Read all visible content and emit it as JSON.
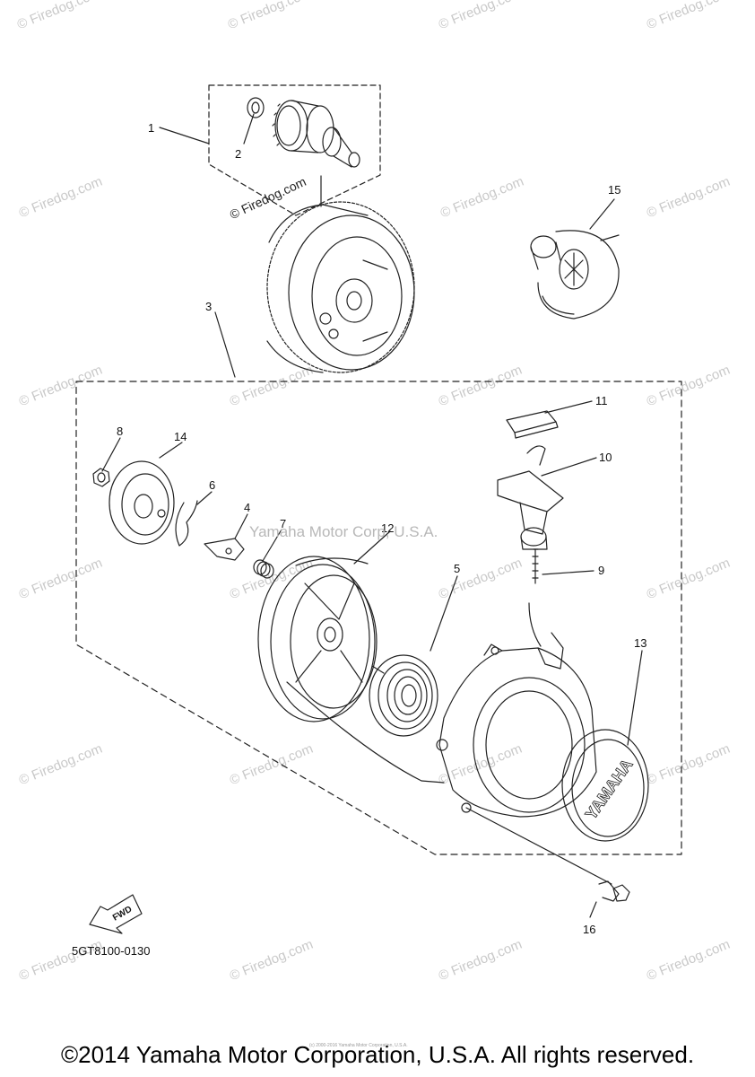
{
  "callouts": [
    {
      "id": "1",
      "label": "1"
    },
    {
      "id": "2",
      "label": "2"
    },
    {
      "id": "3",
      "label": "3"
    },
    {
      "id": "4",
      "label": "4"
    },
    {
      "id": "5",
      "label": "5"
    },
    {
      "id": "6",
      "label": "6"
    },
    {
      "id": "7",
      "label": "7"
    },
    {
      "id": "8",
      "label": "8"
    },
    {
      "id": "9",
      "label": "9"
    },
    {
      "id": "10",
      "label": "10"
    },
    {
      "id": "11",
      "label": "11"
    },
    {
      "id": "12",
      "label": "12"
    },
    {
      "id": "13",
      "label": "13"
    },
    {
      "id": "14",
      "label": "14"
    },
    {
      "id": "15",
      "label": "15"
    },
    {
      "id": "16",
      "label": "16"
    }
  ],
  "watermarks": {
    "firedog": "© Firedog.com",
    "center": "Yamaha Motor Corp, U.S.A.",
    "firedog_small": "© Firedog.com",
    "tiny_notice": "(c) 2000-2016 Yamaha Motor Corporation, U.S.A."
  },
  "cover_badge": {
    "text": "YAMAHA"
  },
  "fwd_arrow": {
    "text": "FWD"
  },
  "diagram_code": "5GT8100-0130",
  "copyright": "©2014 Yamaha Motor Corporation, U.S.A. All rights reserved."
}
